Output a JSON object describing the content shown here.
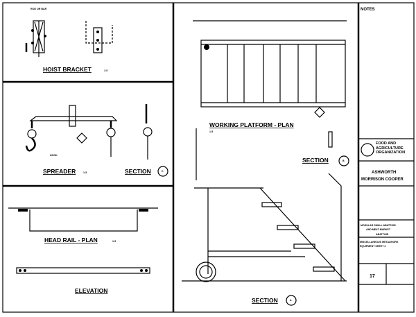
{
  "drawing": {
    "hoist_bracket": {
      "title": "HOIST BRACKET",
      "scale": "1:5",
      "note": "ROD OR BAR"
    },
    "spreader": {
      "title": "SPREADER",
      "scale": "1:5",
      "note": "HOOK"
    },
    "section_c": {
      "title": "SECTION",
      "marker": "C"
    },
    "head_rail": {
      "title": "HEAD RAIL - PLAN",
      "scale": "1:5"
    },
    "elevation": {
      "title": "ELEVATION"
    },
    "working_platform": {
      "title": "WORKING PLATFORM - PLAN",
      "scale": "1:5"
    },
    "section_b": {
      "title": "SECTION",
      "marker": "B"
    },
    "section_a": {
      "title": "SECTION",
      "marker": "A"
    }
  },
  "title_block": {
    "notes_heading": "NOTES",
    "firm_line1": "ASHWORTH",
    "firm_line2": "MORRISON  COOPER",
    "project_line1": "MODULAR SMALL ABATTOIR",
    "project_line2": "AND MEAT MARKET",
    "project_line3": "ABATTOIR",
    "sheet_title_line1": "MISCELLANEOUS METALWORK",
    "sheet_title_line2": "EQUIPMENT  SHEET 2",
    "drawing_number": "17",
    "org_label": "FOOD AND AGRICULTURE ORGANIZATION"
  }
}
